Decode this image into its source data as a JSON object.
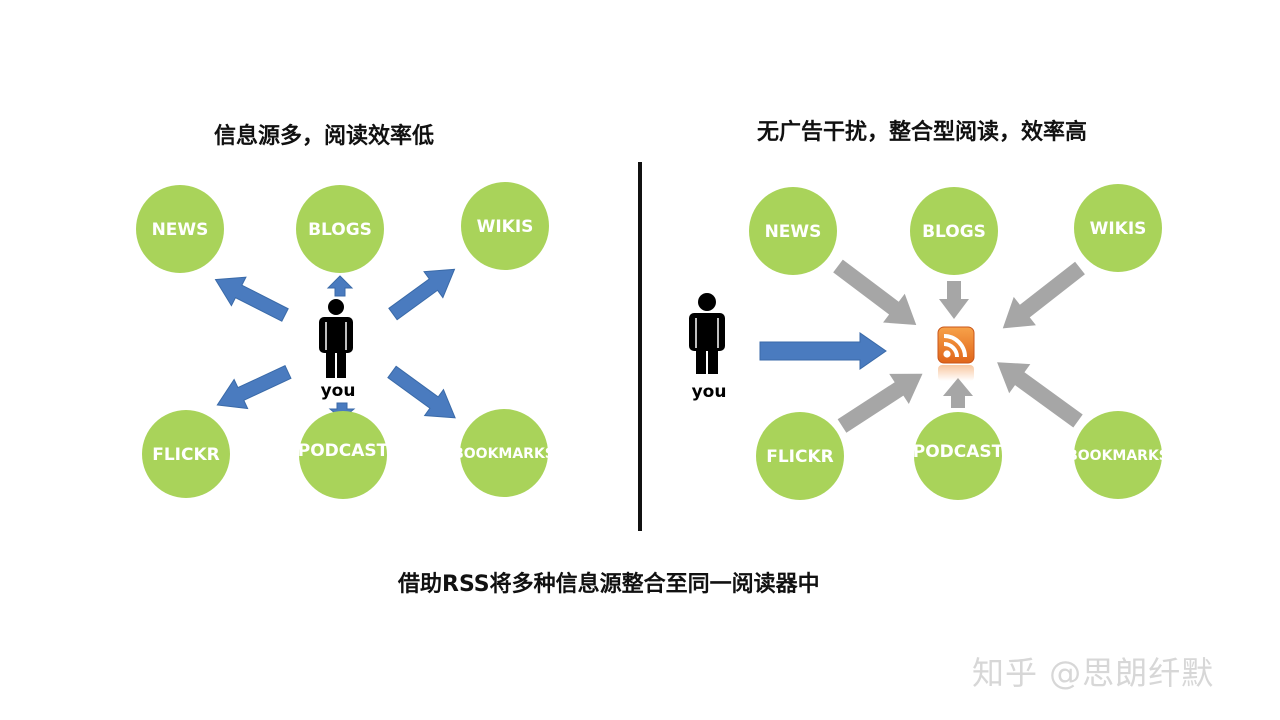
{
  "left_panel": {
    "title": "信息源多，阅读效率低",
    "you_label": "you",
    "nodes": [
      "NEWS",
      "BLOGS",
      "WIKIS",
      "FLICKR",
      "PODCAST",
      "BOOKMARKS"
    ]
  },
  "right_panel": {
    "title": "无广告干扰，整合型阅读，效率高",
    "you_label": "you",
    "nodes": [
      "NEWS",
      "BLOGS",
      "WIKIS",
      "FLICKR",
      "PODCAST",
      "BOOKMARKS"
    ],
    "center_icon": "rss-icon"
  },
  "caption": "借助RSS将多种信息源整合至同一阅读器中",
  "watermark": "知乎 @思朗纤默",
  "colors": {
    "node_fill": "#a9d35a",
    "node_text": "#ffffff",
    "blue_arrow": "#4a7bbf",
    "gray_arrow": "#a6a6a6",
    "divider": "#111111",
    "rss_orange": "#f0822a"
  }
}
